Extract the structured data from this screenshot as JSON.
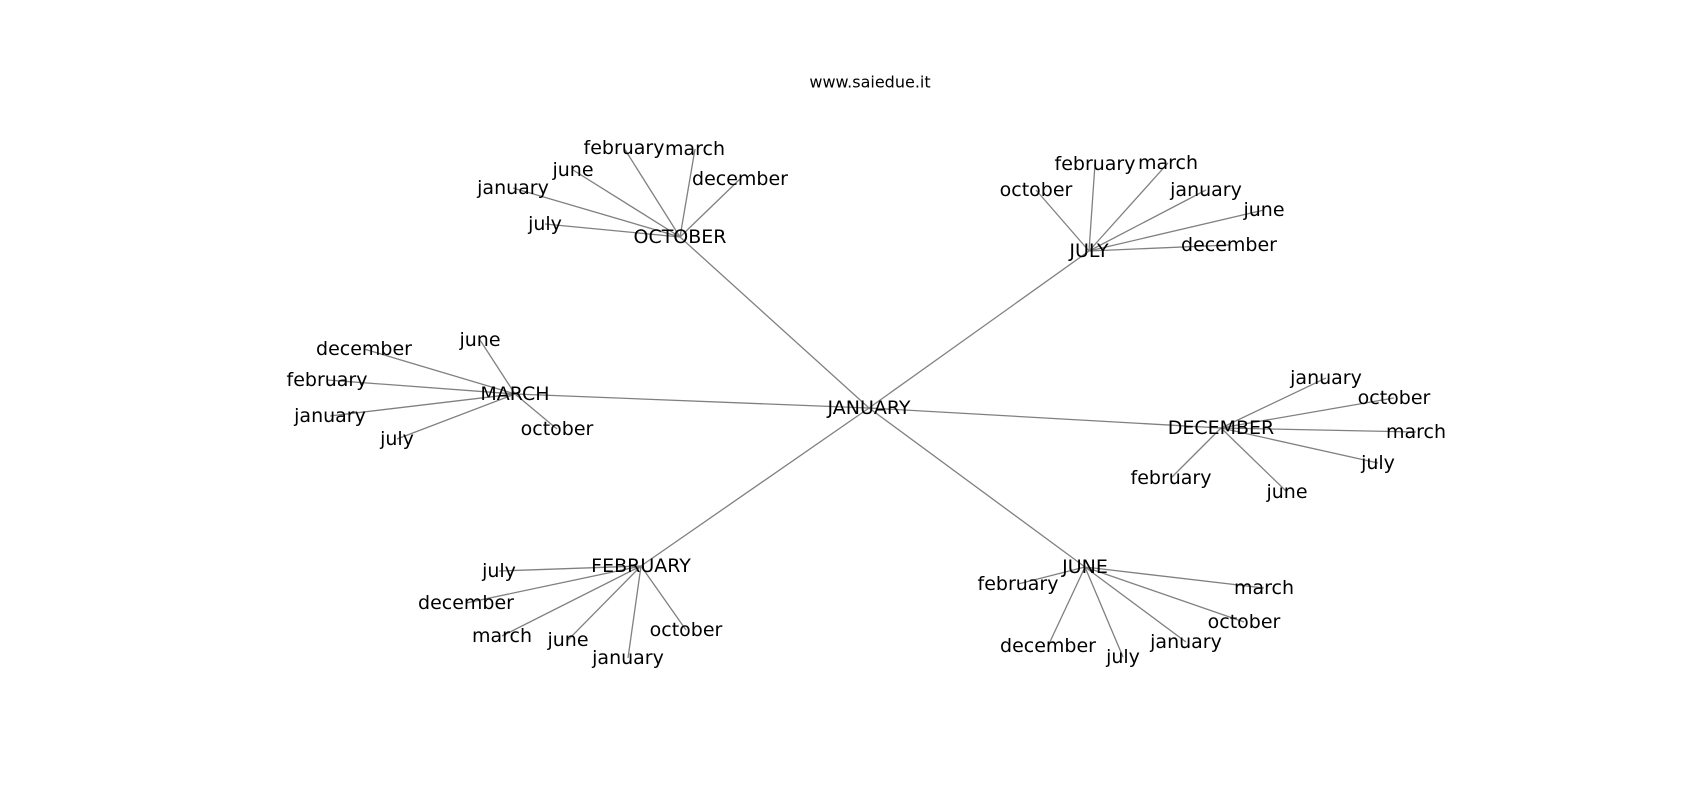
{
  "title": "www.saiedue.it",
  "root": "JANUARY",
  "hubs": [
    {
      "id": "october",
      "label": "OCTOBER",
      "children": [
        "july",
        "january",
        "june",
        "february",
        "march",
        "december"
      ]
    },
    {
      "id": "july",
      "label": "JULY",
      "children": [
        "october",
        "february",
        "march",
        "january",
        "june",
        "december"
      ]
    },
    {
      "id": "march",
      "label": "MARCH",
      "children": [
        "june",
        "december",
        "february",
        "january",
        "july",
        "october"
      ]
    },
    {
      "id": "december",
      "label": "DECEMBER",
      "children": [
        "january",
        "october",
        "march",
        "july",
        "june",
        "february"
      ]
    },
    {
      "id": "february",
      "label": "FEBRUARY",
      "children": [
        "july",
        "december",
        "march",
        "june",
        "january",
        "october"
      ]
    },
    {
      "id": "june",
      "label": "JUNE",
      "children": [
        "february",
        "march",
        "october",
        "january",
        "july",
        "december"
      ]
    }
  ]
}
